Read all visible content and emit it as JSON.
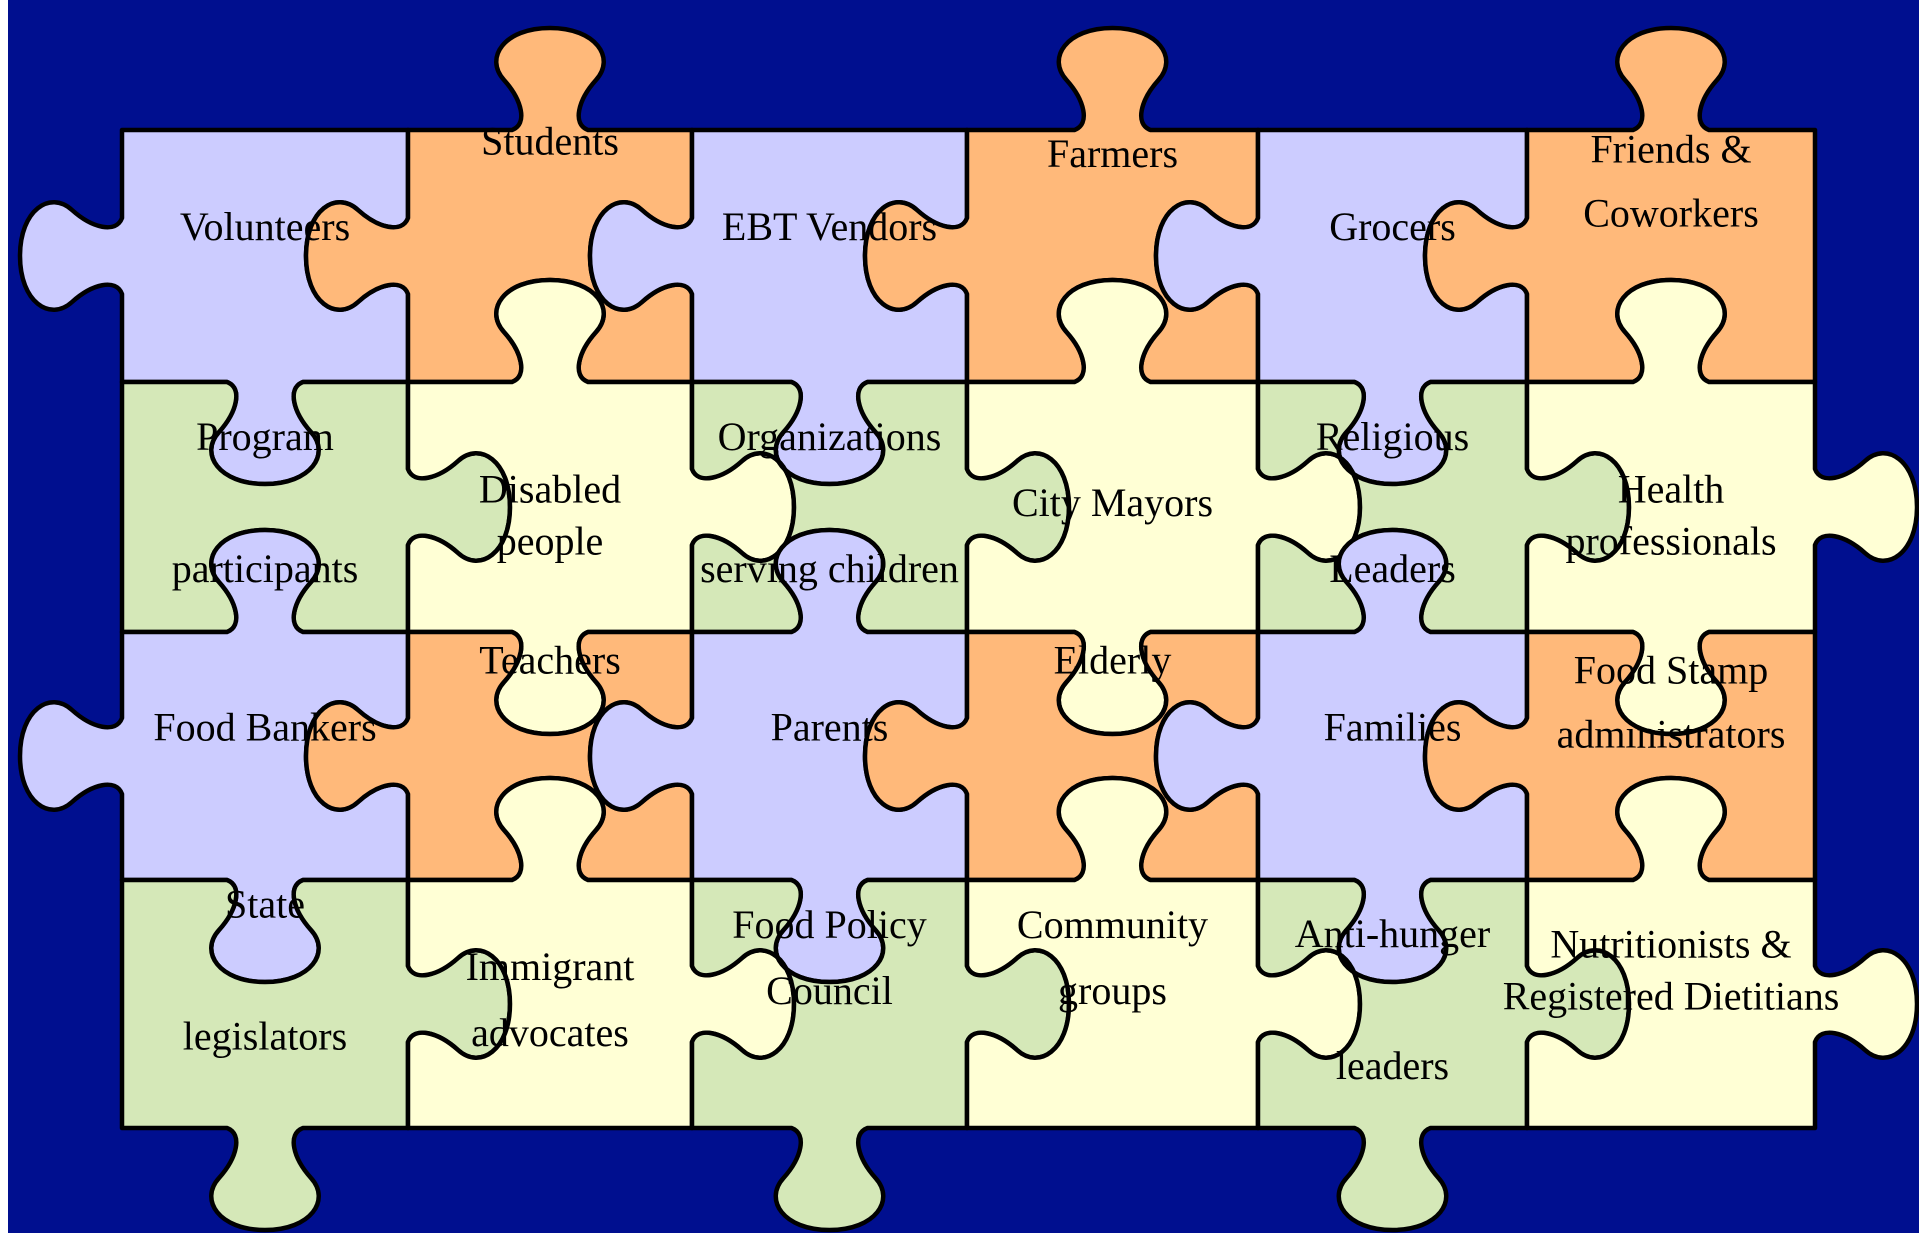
{
  "colors": {
    "background": "#000F8F",
    "lavender": "#CCCCFF",
    "orange": "#FFB97A",
    "green": "#D5E8B8",
    "cream": "#FFFFD5",
    "outline": "#000000"
  },
  "pieces": [
    {
      "id": "volunteers",
      "color": "lavender",
      "lines": [
        "Volunteers"
      ]
    },
    {
      "id": "students",
      "color": "orange",
      "lines": [
        "Students"
      ]
    },
    {
      "id": "ebt-vendors",
      "color": "lavender",
      "lines": [
        "EBT Vendors"
      ]
    },
    {
      "id": "farmers",
      "color": "orange",
      "lines": [
        "Farmers"
      ]
    },
    {
      "id": "grocers",
      "color": "lavender",
      "lines": [
        "Grocers"
      ]
    },
    {
      "id": "friends-coworkers",
      "color": "orange",
      "lines": [
        "Friends &",
        "Coworkers"
      ]
    },
    {
      "id": "program-participants",
      "color": "green",
      "lines": [
        "Program",
        "participants"
      ]
    },
    {
      "id": "disabled-people",
      "color": "cream",
      "lines": [
        "Disabled",
        "people"
      ]
    },
    {
      "id": "organizations-serving-children",
      "color": "green",
      "lines": [
        "Organizations",
        "serving children"
      ]
    },
    {
      "id": "city-mayors",
      "color": "cream",
      "lines": [
        "City Mayors"
      ]
    },
    {
      "id": "religious-leaders",
      "color": "green",
      "lines": [
        "Religious",
        "Leaders"
      ]
    },
    {
      "id": "health-professionals",
      "color": "cream",
      "lines": [
        "Health",
        "professionals"
      ]
    },
    {
      "id": "food-bankers",
      "color": "lavender",
      "lines": [
        "Food Bankers"
      ]
    },
    {
      "id": "teachers",
      "color": "orange",
      "lines": [
        "Teachers"
      ]
    },
    {
      "id": "parents",
      "color": "lavender",
      "lines": [
        "Parents"
      ]
    },
    {
      "id": "elderly",
      "color": "orange",
      "lines": [
        "Elderly"
      ]
    },
    {
      "id": "families",
      "color": "lavender",
      "lines": [
        "Families"
      ]
    },
    {
      "id": "food-stamp-administrators",
      "color": "orange",
      "lines": [
        "Food Stamp",
        "administrators"
      ]
    },
    {
      "id": "state-legislators",
      "color": "green",
      "lines": [
        "State",
        "legislators"
      ]
    },
    {
      "id": "immigrant-advocates",
      "color": "cream",
      "lines": [
        "Immigrant",
        "advocates"
      ]
    },
    {
      "id": "food-policy-council",
      "color": "green",
      "lines": [
        "Food Policy",
        "Council"
      ]
    },
    {
      "id": "community-groups",
      "color": "cream",
      "lines": [
        "Community",
        "groups"
      ]
    },
    {
      "id": "anti-hunger-leaders",
      "color": "green",
      "lines": [
        "Anti-hunger",
        "leaders"
      ]
    },
    {
      "id": "nutritionists-dietitians",
      "color": "cream",
      "lines": [
        "Nutritionists &",
        "Registered Dietitians"
      ]
    }
  ]
}
